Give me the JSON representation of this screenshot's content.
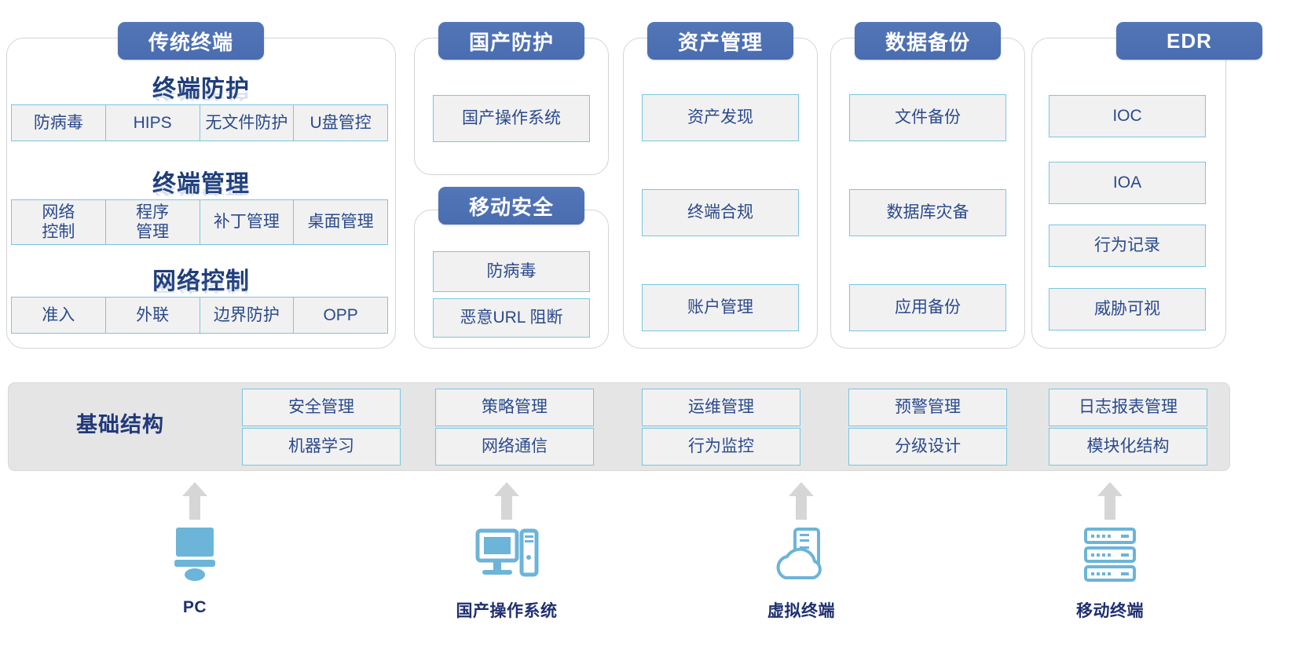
{
  "colors": {
    "pill_blue": "#4a6cb0",
    "cell_border": "#79c6e0",
    "cell_fill": "#f1f1f1",
    "text_navy": "#2b4a8b",
    "heading_navy": "#1f3d7a",
    "infra_band": "#e5e5e5",
    "icon_blue": "#6cb4d8",
    "arrow_grey": "#d6d6d6"
  },
  "panels": [
    {
      "title": "传统终端",
      "sections": [
        {
          "heading": "终端防护",
          "items": [
            "防病毒",
            "HIPS",
            "无文件防护",
            "U盘管控"
          ]
        },
        {
          "heading": "终端管理",
          "items": [
            "网络\n控制",
            "程序\n管理",
            "补丁管理",
            "桌面管理"
          ]
        },
        {
          "heading": "网络控制",
          "items": [
            "准入",
            "外联",
            "边界防护",
            "OPP"
          ]
        }
      ]
    },
    {
      "title": "国产防护",
      "items": [
        "国产操作系统"
      ]
    },
    {
      "title": "移动安全",
      "items": [
        "防病毒",
        "恶意URL 阻断"
      ]
    },
    {
      "title": "资产管理",
      "items": [
        "资产发现",
        "终端合规",
        "账户管理"
      ]
    },
    {
      "title": "数据备份",
      "items": [
        "文件备份",
        "数据库灾备",
        "应用备份"
      ]
    },
    {
      "title": "EDR",
      "items": [
        "IOC",
        "IOA",
        "行为记录",
        "威胁可视"
      ]
    }
  ],
  "infrastructure": {
    "label": "基础结构",
    "columns": [
      {
        "top": "安全管理",
        "bottom": "机器学习"
      },
      {
        "top": "策略管理",
        "bottom": "网络通信"
      },
      {
        "top": "运维管理",
        "bottom": "行为监控"
      },
      {
        "top": "预警管理",
        "bottom": "分级设计"
      },
      {
        "top": "日志报表管理",
        "bottom": "模块化结构"
      }
    ]
  },
  "terminals": [
    {
      "label": "PC",
      "icon": "desktop-monitor-icon"
    },
    {
      "label": "国产操作系统",
      "icon": "desktop-tower-icon"
    },
    {
      "label": "虚拟终端",
      "icon": "cloud-server-icon"
    },
    {
      "label": "移动终端",
      "icon": "server-rack-icon"
    }
  ]
}
